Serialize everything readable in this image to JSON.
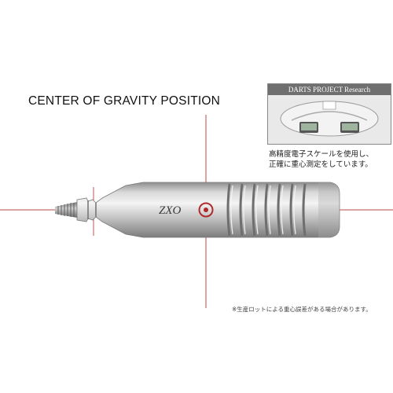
{
  "heading": "CENTER OF GRAVITY POSITION",
  "inset": {
    "banner": "DARTS PROJECT Research",
    "caption_line1": "高精度電子スケールを使用し、",
    "caption_line2": "正確に重心測定をしています。"
  },
  "footnote": "※生産ロットによる重心誤差がある場合があります。",
  "colors": {
    "crosshair": "#b02a2a",
    "barrel_light": "#e6e6e6",
    "barrel_dark": "#8c8c8c"
  },
  "icons": {
    "target": "crosshair-target-icon",
    "logo": "barrel-logo-icon"
  }
}
